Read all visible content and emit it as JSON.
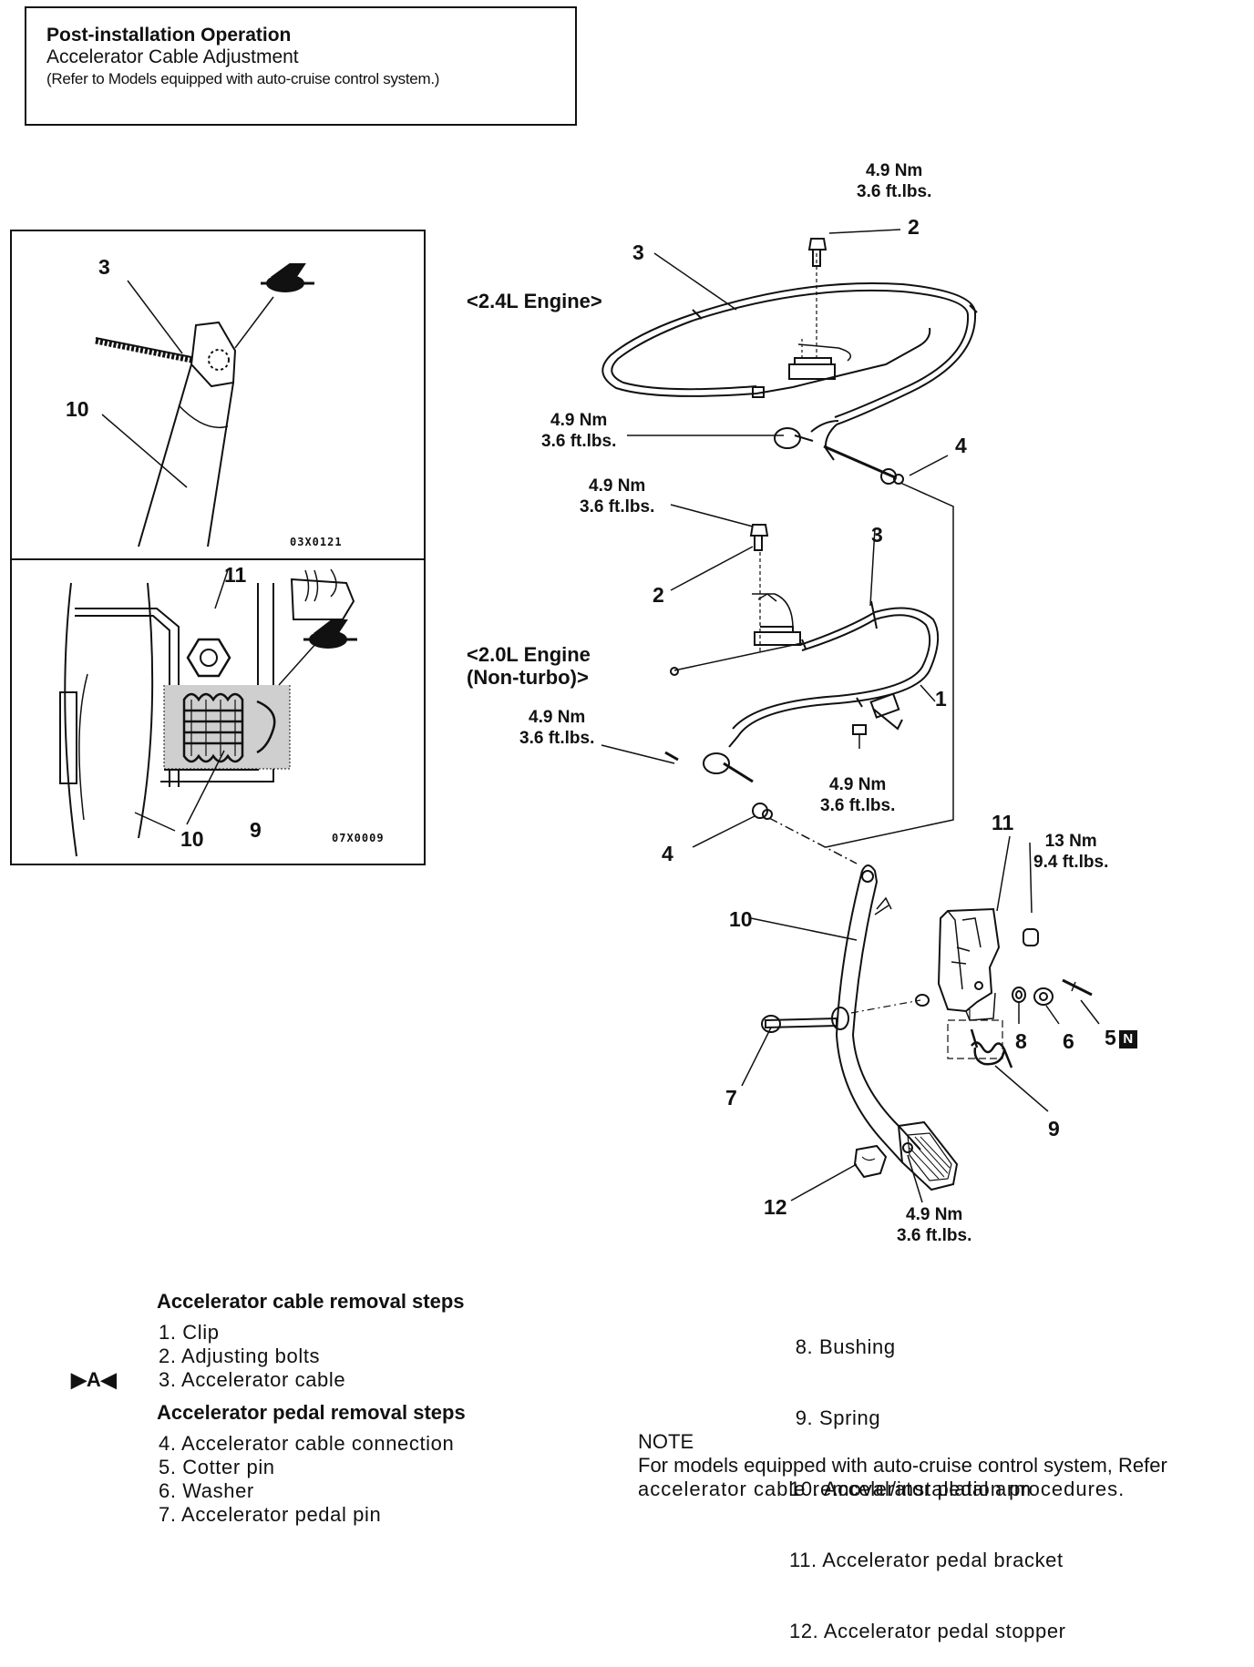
{
  "header": {
    "title": "Post-installation Operation",
    "subtitle": "Accelerator Cable Adjustment",
    "note": "(Refer to Models equipped with auto-cruise control system.)"
  },
  "inset_top": {
    "code": "03X0121",
    "callouts": [
      "3",
      "10"
    ]
  },
  "inset_bottom": {
    "code": "07X0009",
    "callouts": [
      "11",
      "10",
      "9"
    ]
  },
  "diagram": {
    "engine_24": "<2.4L Engine>",
    "engine_20_line1": "<2.0L Engine",
    "engine_20_line2": "(Non-turbo)>",
    "torques": [
      {
        "nm": "4.9 Nm",
        "ftlbs": "3.6 ft.lbs."
      },
      {
        "nm": "4.9 Nm",
        "ftlbs": "3.6 ft.lbs."
      },
      {
        "nm": "4.9 Nm",
        "ftlbs": "3.6 ft.lbs."
      },
      {
        "nm": "4.9 Nm",
        "ftlbs": "3.6 ft.lbs."
      },
      {
        "nm": "4.9 Nm",
        "ftlbs": "3.6 ft.lbs."
      },
      {
        "nm": "13 Nm",
        "ftlbs": "9.4 ft.lbs."
      },
      {
        "nm": "4.9 Nm",
        "ftlbs": "3.6 ft.lbs."
      }
    ],
    "callouts": [
      "2",
      "3",
      "4",
      "2",
      "3",
      "1",
      "4",
      "11",
      "10",
      "8",
      "6",
      "5",
      "7",
      "9",
      "12"
    ],
    "badge": "N"
  },
  "cable_removal": {
    "title": "Accelerator cable removal steps",
    "marker": "▶A◀",
    "steps": [
      "1. Clip",
      "2. Adjusting bolts",
      "3. Accelerator cable"
    ]
  },
  "pedal_removal": {
    "title": "Accelerator pedal removal steps",
    "steps": [
      "4. Accelerator cable connection",
      "5. Cotter pin",
      "6. Washer",
      "7. Accelerator pedal pin"
    ]
  },
  "parts_continued": [
    " 8. Bushing",
    " 9. Spring",
    "10. Accelerator pedal arm",
    "11. Accelerator pedal bracket",
    "12. Accelerator pedal stopper"
  ],
  "note": {
    "heading": "NOTE",
    "line1": "For models equipped with auto-cruise control system, Refer",
    "line2": "accelerator cable removal/installation procedures."
  }
}
